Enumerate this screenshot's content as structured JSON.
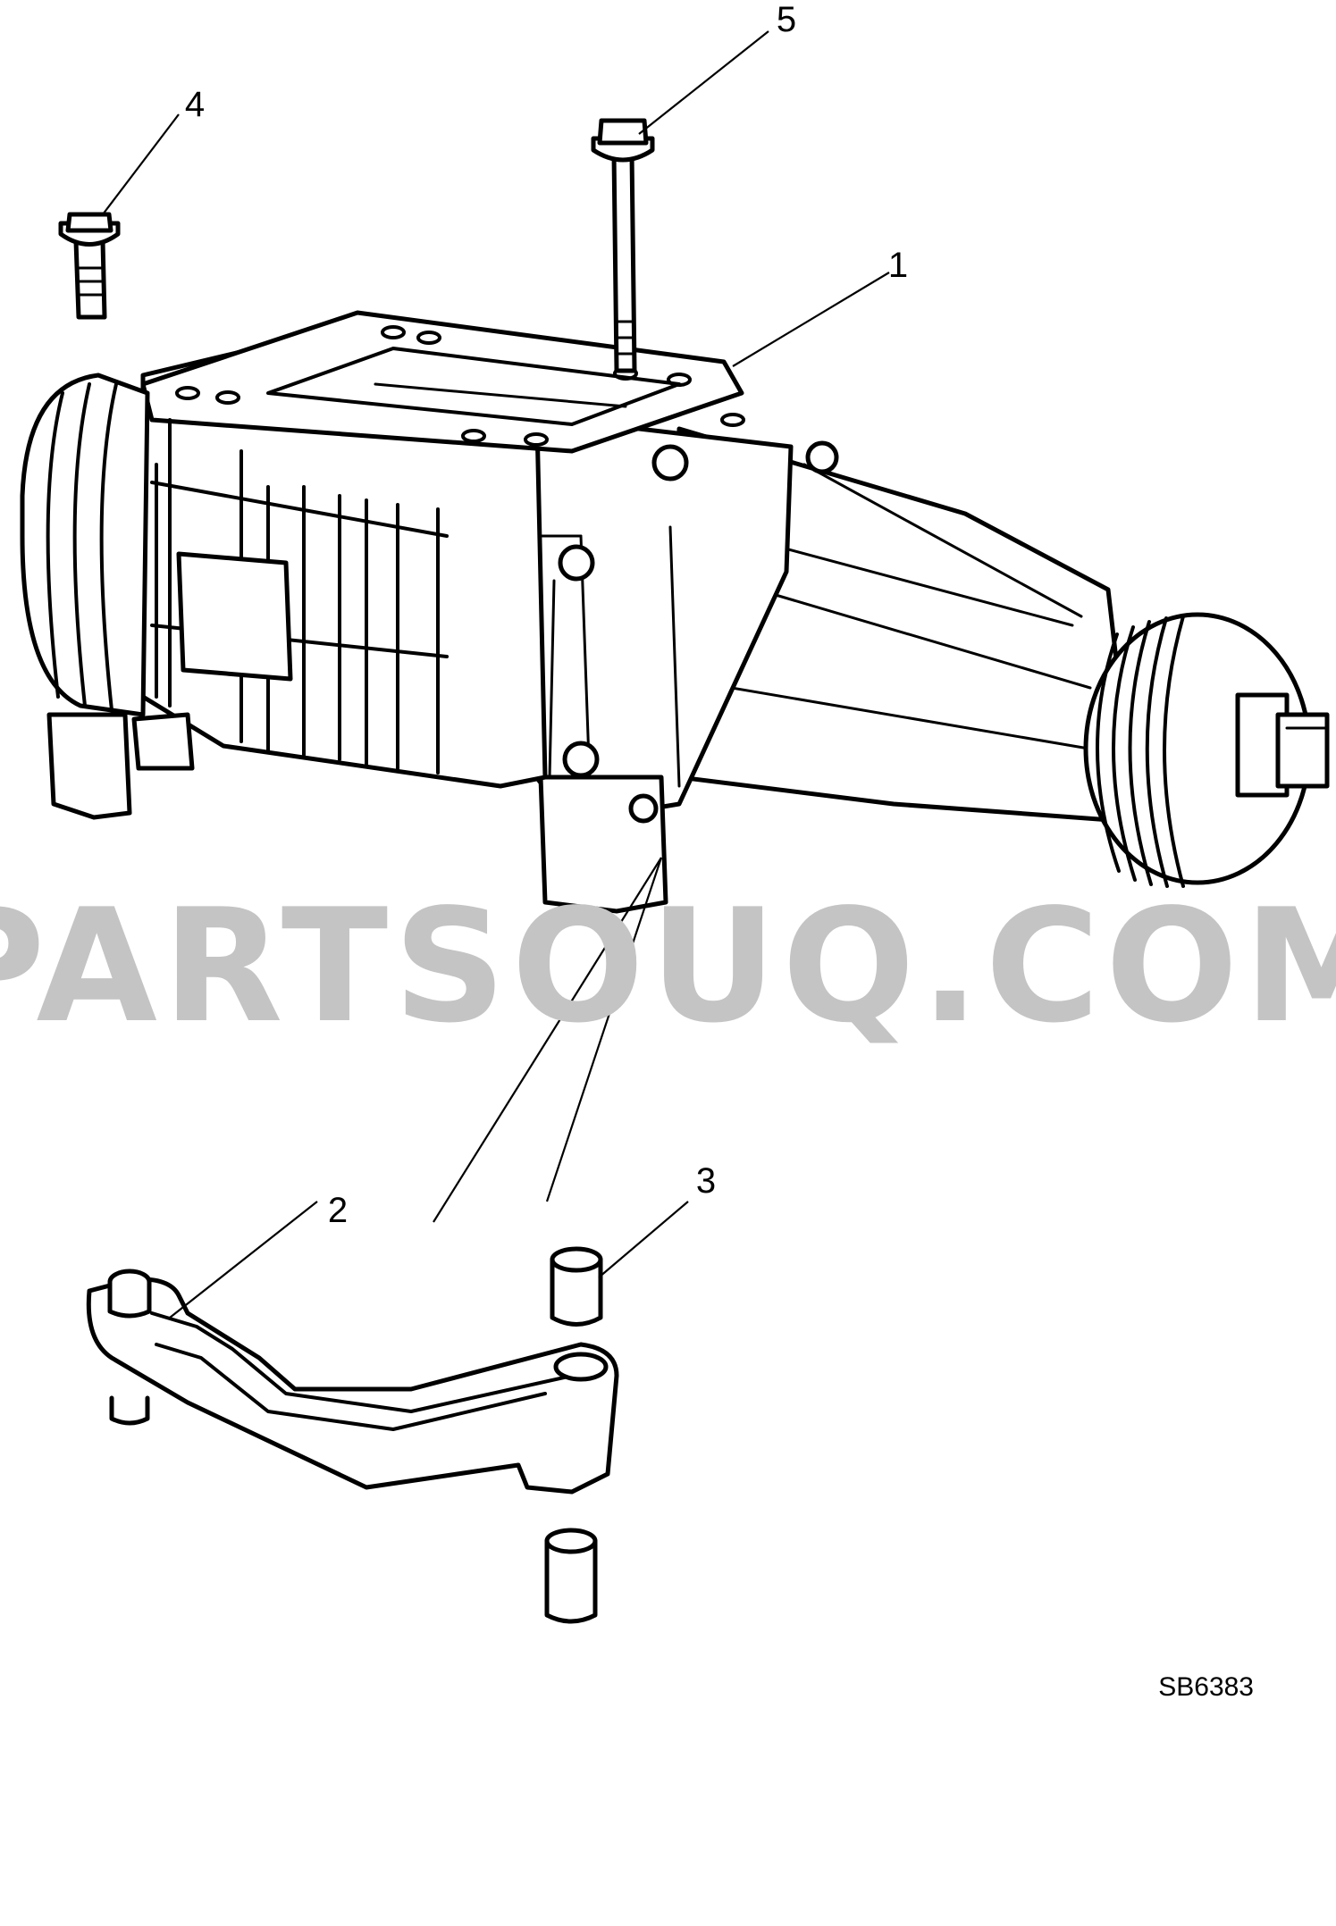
{
  "watermark": "PARTSOUQ.COM",
  "reference_code": "SB6383",
  "callouts": [
    {
      "id": "1",
      "label": "1"
    },
    {
      "id": "2",
      "label": "2"
    },
    {
      "id": "3",
      "label": "3"
    },
    {
      "id": "4",
      "label": "4"
    },
    {
      "id": "5",
      "label": "5"
    }
  ],
  "colors": {
    "line": "#000000",
    "background": "#ffffff",
    "watermark": "#c4c4c4"
  }
}
